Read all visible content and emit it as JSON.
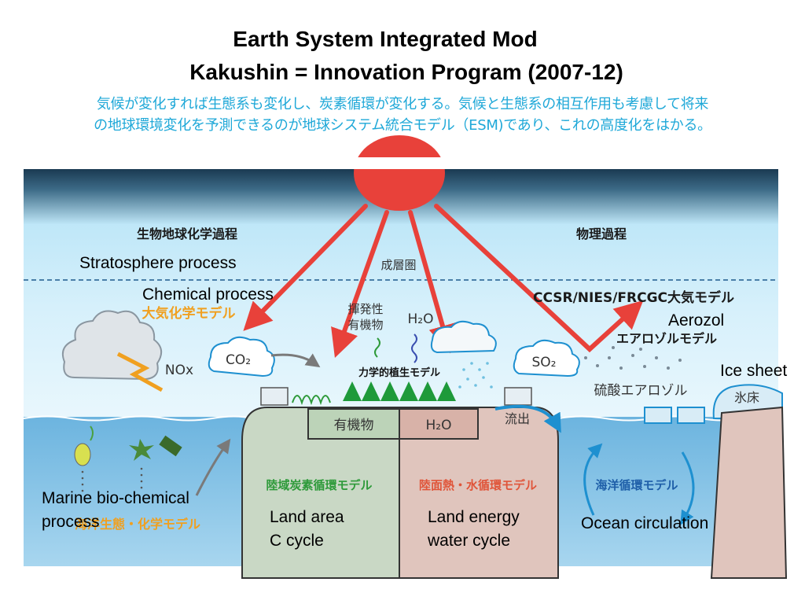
{
  "title": {
    "line1": "Earth System Integrated Mod",
    "line2": "Kakushin = Innovation Program (2007-12)"
  },
  "subtitle_jp": {
    "line1": "気候が変化すれば生態系も変化し、炭素循環が変化する。気候と生態系の相互作用も考慮して将来",
    "line2": "の地球環境変化を予測できるのが地球システム統合モデル（ESM)であり、これの高度化をはかる。"
  },
  "diagram_jp": {
    "biogeochem": "生物地球化学過程",
    "physical": "物理過程",
    "stratosphere": "成層圏",
    "atmos_chem_model": "大気化学モデル",
    "ccsr_model": "CCSR/NIES/FRCGC大気モデル",
    "volatile_organic": "揮発性\n有機物",
    "h2o_top": "H₂O",
    "aerosol_model": "エアロゾルモデル",
    "nox": "NOx",
    "co2": "CO₂",
    "so2": "SO₂",
    "dynamic_veg": "力学的植生モデル",
    "sulfate_aerosol": "硫酸エアロゾル",
    "ice_sheet": "氷床",
    "organic": "有機物",
    "h2o_box": "H₂O",
    "runoff": "流出",
    "land_carbon_model": "陸域炭素循環モデル",
    "land_heat_model": "陸面熱・水循環モデル",
    "ocean_model": "海洋循環モデル",
    "marine_model": "海洋生態・化学モデル"
  },
  "labels_en": {
    "stratosphere": "Stratosphere process",
    "chemical": "Chemical process",
    "aerozol": "Aerozol",
    "ice_sheet": "Ice sheet",
    "marine": "Marine bio-chemical\nprocess",
    "land_c": "Land area\nC cycle",
    "land_energy": "Land energy\nwater cycle",
    "ocean": "Ocean circulation"
  },
  "colors": {
    "sky_top": "#1a3a52",
    "sky_mid": "#bde6f8",
    "ocean": "#6fb6e0",
    "sun": "#e8413a",
    "arrow": "#e8413a",
    "land_green": "#c9d8c5",
    "land_pink": "#e0c5bd",
    "jp_text": "#1fa8d8",
    "green_label": "#2e9a3a",
    "red_label": "#e0553a",
    "orange_label": "#f0a020"
  }
}
